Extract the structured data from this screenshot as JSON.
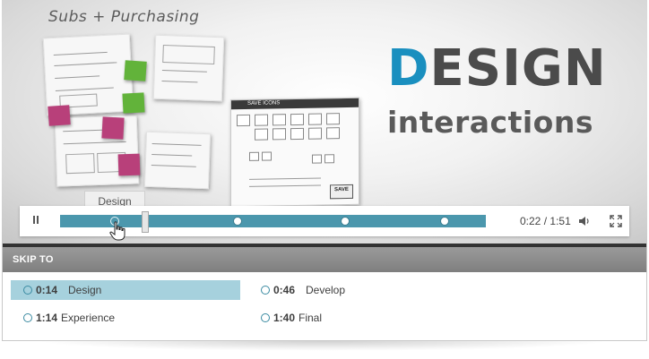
{
  "video": {
    "sketch_title": "Subs + Purchasing",
    "headline_first_letter": "D",
    "headline_rest": "ESIGN",
    "subhead": "interactions",
    "mockup_title": "SAVE ICONS",
    "mockup_button": "SAVE"
  },
  "player": {
    "tooltip": "Design",
    "current_time": "0:22",
    "separator": "/",
    "duration": "1:51",
    "progress_fraction": 0.198,
    "icons": {
      "pause": "pause-icon",
      "volume": "volume-icon",
      "fullscreen": "fullscreen-icon",
      "cursor": "hand-cursor-icon"
    },
    "colors": {
      "progress": "#4b97ad",
      "track": "#d3d3d3",
      "accent": "#1a8fbf"
    }
  },
  "skip_to": {
    "header": "SKIP TO",
    "chapters": [
      {
        "time": "0:14",
        "name": "Design",
        "active": true
      },
      {
        "time": "0:46",
        "name": "Develop",
        "active": false
      },
      {
        "time": "1:14",
        "name": "Experience",
        "active": false
      },
      {
        "time": "1:40",
        "name": "Final",
        "active": false
      }
    ]
  }
}
